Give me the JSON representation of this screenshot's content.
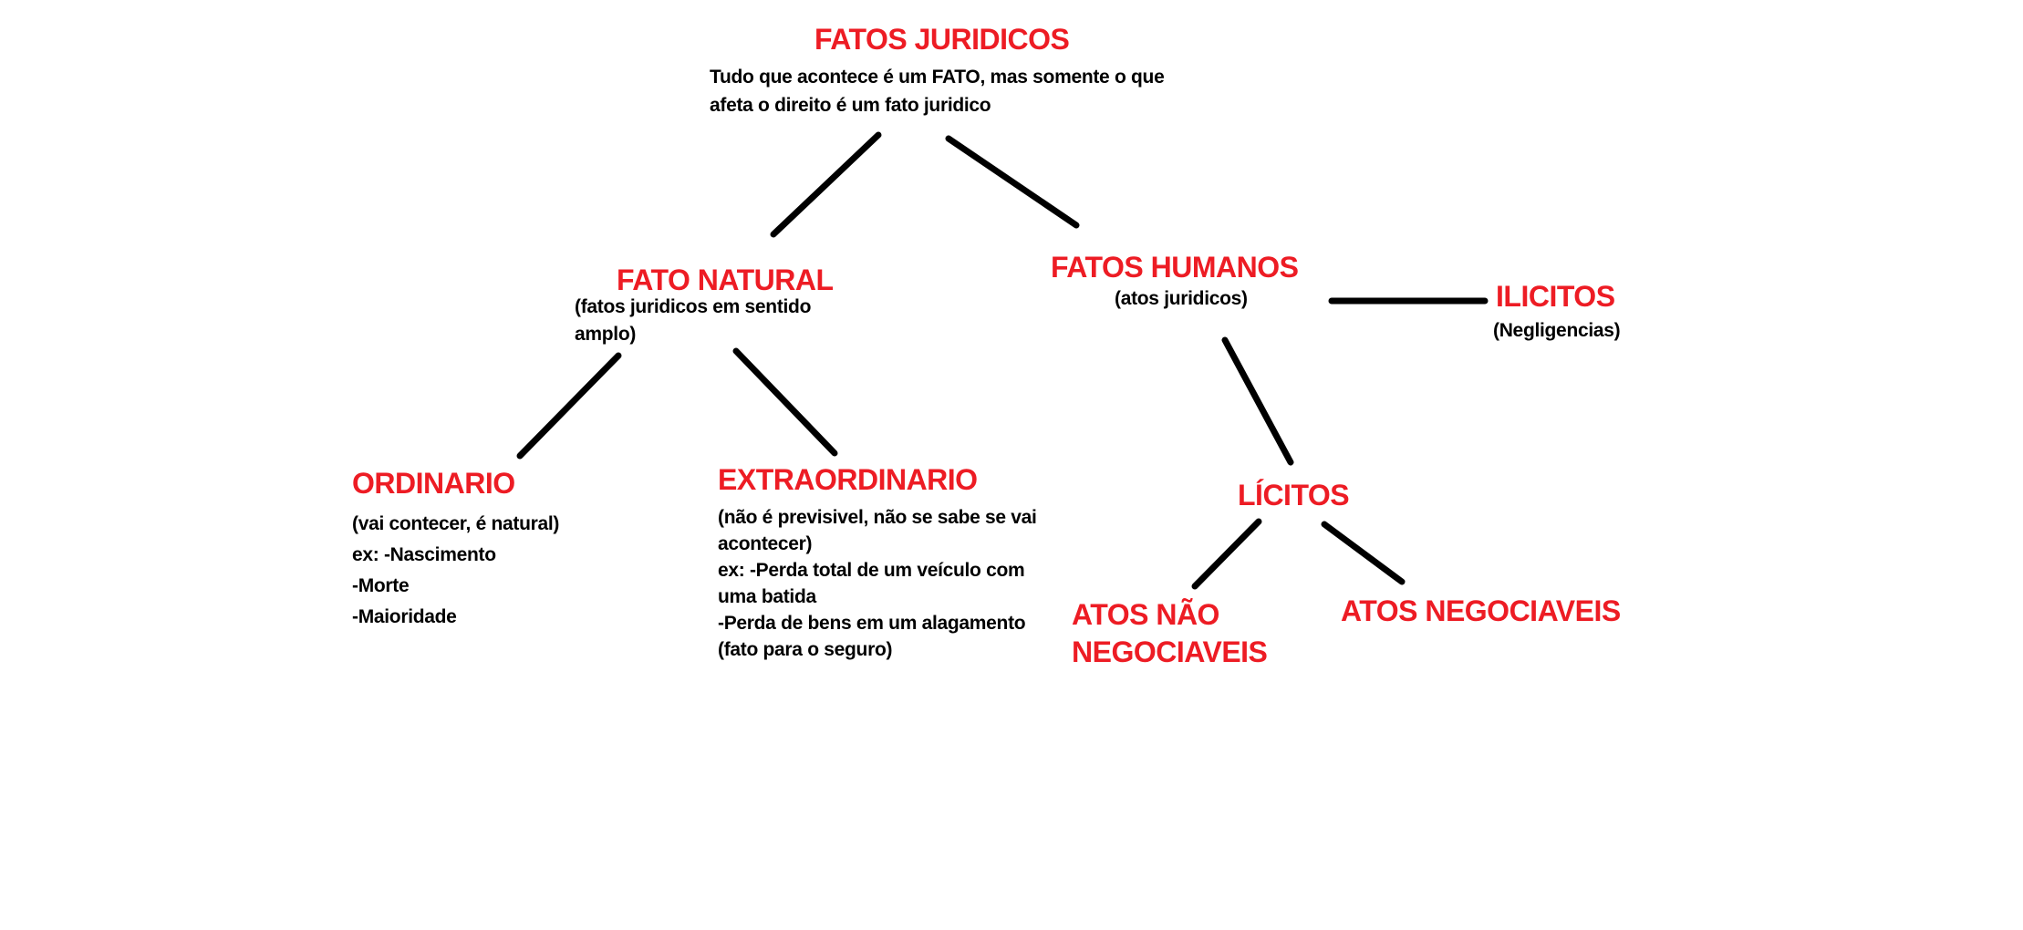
{
  "colors": {
    "heading": "#ed1c24",
    "body_text": "#000000",
    "connector": "#000000",
    "background": "#ffffff"
  },
  "nodes": {
    "fatos_juridicos": {
      "label": "FATOS JURIDICOS",
      "description_lines": [
        "Tudo que acontece é um FATO, mas somente o que",
        "afeta o direito é um fato juridico"
      ]
    },
    "fato_natural": {
      "label": "FATO NATURAL",
      "description_lines": [
        "(fatos juridicos em sentido",
        "amplo)"
      ]
    },
    "fatos_humanos": {
      "label": "FATOS HUMANOS",
      "description_lines": [
        "(atos juridicos)"
      ]
    },
    "ilicitos": {
      "label": "ILICITOS",
      "description_lines": [
        "(Negligencias)"
      ]
    },
    "ordinario": {
      "label": "ORDINARIO",
      "description_lines": [
        "(vai contecer, é natural)",
        "ex: -Nascimento",
        "-Morte",
        "-Maioridade"
      ]
    },
    "extraordinario": {
      "label": "EXTRAORDINARIO",
      "description_lines": [
        "(não é previsivel, não se sabe se vai",
        "acontecer)",
        "ex: -Perda total de um veículo com",
        "uma batida",
        "-Perda de bens em um alagamento",
        "(fato para o seguro)"
      ]
    },
    "licitos": {
      "label": "LÍCITOS"
    },
    "atos_nao_negociaveis": {
      "label_lines": [
        "ATOS NÃO",
        "NEGOCIAVEIS"
      ]
    },
    "atos_negociaveis": {
      "label": "ATOS NEGOCIAVEIS"
    }
  },
  "edges": [
    {
      "from": "FATOS JURIDICOS",
      "to": "FATO NATURAL"
    },
    {
      "from": "FATOS JURIDICOS",
      "to": "FATOS HUMANOS"
    },
    {
      "from": "FATO NATURAL",
      "to": "ORDINARIO"
    },
    {
      "from": "FATO NATURAL",
      "to": "EXTRAORDINARIO"
    },
    {
      "from": "FATOS HUMANOS",
      "to": "ILICITOS"
    },
    {
      "from": "FATOS HUMANOS",
      "to": "LÍCITOS"
    },
    {
      "from": "LÍCITOS",
      "to": "ATOS NÃO NEGOCIAVEIS"
    },
    {
      "from": "LÍCITOS",
      "to": "ATOS NEGOCIAVEIS"
    }
  ]
}
